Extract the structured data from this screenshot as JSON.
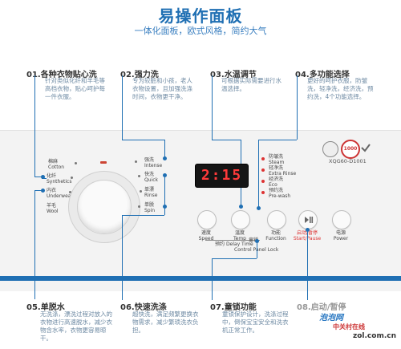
{
  "header": {
    "title": "易操作面板",
    "subtitle": "一体化面板，欧式风格，简约大气"
  },
  "features": [
    {
      "num": "01.各种衣物贴心洗",
      "desc": "针对类似化纤和羊毛等高档衣物，贴心呵护每一件衣服。"
    },
    {
      "num": "02.强力洗",
      "desc": "专为较脏和小孩，老人衣物设置，且加强洗涤时间，衣物更干净。"
    },
    {
      "num": "03.水温调节",
      "desc": "可根据实际需要进行水温选择。"
    },
    {
      "num": "04.多功能选择",
      "desc": "更好的呵护衣服，防皱洗，轻净洗，经济洗，预约洗，4个功能选择。"
    },
    {
      "num": "05.单脱水",
      "desc": "无洗涤，漂洗过程对放入的衣物进行高速脱水，减少衣物含水率，衣物更容易晾干。"
    },
    {
      "num": "06.快速洗涤",
      "desc": "超快洗，满足频繁更换衣物需求，减少繁琐洗衣负担。"
    },
    {
      "num": "07.童锁功能",
      "desc": "童锁保护设计，洗涤过程中，倒保宝宝安全和洗衣机正常工作。"
    },
    {
      "num": "08.启动/暂停",
      "desc": ""
    }
  ],
  "programs_left": [
    {
      "cn": "棉麻",
      "en": "Cotton"
    },
    {
      "cn": "化纤",
      "en": "Synthetics"
    },
    {
      "cn": "内衣",
      "en": "Underwear"
    },
    {
      "cn": "羊毛",
      "en": "Wool"
    }
  ],
  "programs_right": [
    {
      "cn": "强洗",
      "en": "Intense"
    },
    {
      "cn": "快洗",
      "en": "Quick"
    },
    {
      "cn": "单漂",
      "en": "Rinse"
    },
    {
      "cn": "单脱",
      "en": "Spin"
    }
  ],
  "display": {
    "time": "2:15"
  },
  "options": [
    {
      "cn": "防皱洗",
      "en": "Steam"
    },
    {
      "cn": "轻净洗",
      "en": "Extra Rinse"
    },
    {
      "cn": "经济洗",
      "en": "Eco"
    },
    {
      "cn": "预约洗",
      "en": "Pre-wash"
    }
  ],
  "model": {
    "badge": "1000",
    "code": "XQG60-D1001"
  },
  "buttons": {
    "speed": {
      "cn": "速度",
      "en": "Speed"
    },
    "temp": {
      "cn": "温度",
      "en": "Temp"
    },
    "function": {
      "cn": "功能",
      "en": "Function"
    },
    "start": {
      "cn": "启动/暂停",
      "en": "Start/Pause"
    },
    "power": {
      "cn": "电源",
      "en": "Power"
    }
  },
  "panel_labels": {
    "delay_cn": "预约",
    "delay_en": "Delay Time",
    "lock_cn": "童锁",
    "lock_en": "Control Panel Lock"
  },
  "watermark": {
    "site": "泡泡网",
    "brand": "中关村在线",
    "domain": "zol.com.cn"
  },
  "colors": {
    "accent": "#1f6fb3",
    "display_text": "#ff3a3a",
    "start_label": "#d33"
  }
}
